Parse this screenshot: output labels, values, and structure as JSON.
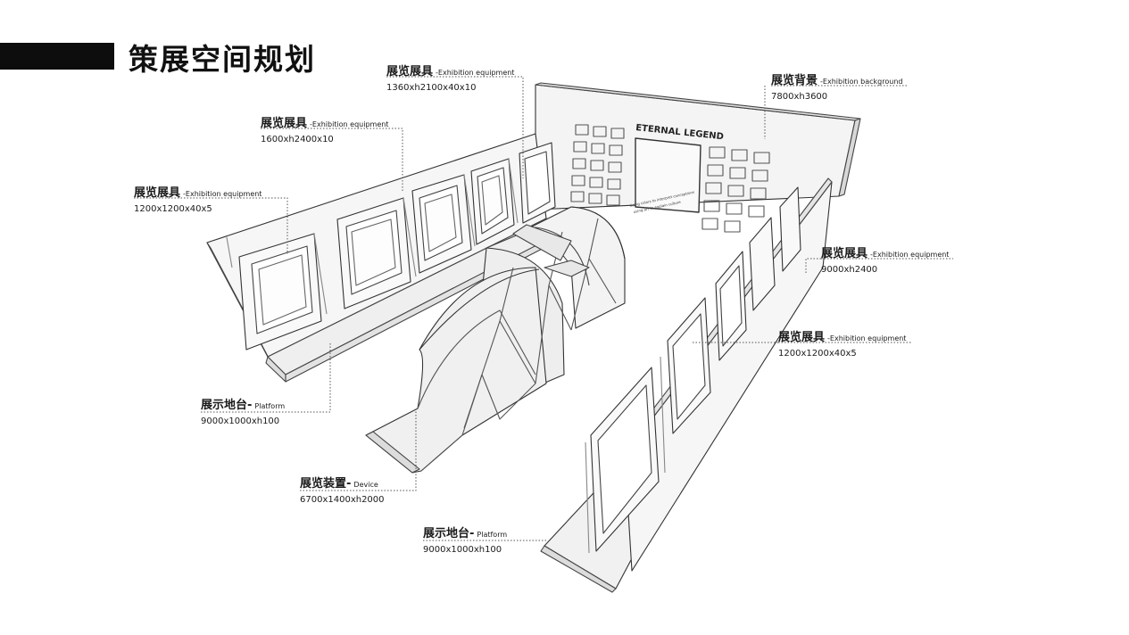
{
  "page": {
    "title": "策展空间规划"
  },
  "sign": {
    "headline": "ETERNAL LEGEND",
    "caption_line1": "Using colors to interpret conceptions",
    "caption_line2": "using art to explain culture"
  },
  "labels": [
    {
      "id": "equip-top",
      "cn": "展览展具",
      "en": "-Exhibition equipment",
      "dim": "1360xh2100x40x10"
    },
    {
      "id": "background",
      "cn": "展览背景",
      "en": "-Exhibition background",
      "dim": "7800xh3600"
    },
    {
      "id": "equip-1600",
      "cn": "展览展具",
      "en": "-Exhibition equipment",
      "dim": "1600xh2400x10"
    },
    {
      "id": "equip-left",
      "cn": "展览展具",
      "en": "-Exhibition equipment",
      "dim": "1200x1200x40x5"
    },
    {
      "id": "equip-9000",
      "cn": "展览展具",
      "en": "-Exhibition equipment",
      "dim": "9000xh2400"
    },
    {
      "id": "equip-right",
      "cn": "展览展具",
      "en": "-Exhibition equipment",
      "dim": "1200x1200x40x5"
    },
    {
      "id": "platform-left",
      "cn": "展示地台-",
      "en": "Platform",
      "dim": "9000x1000xh100"
    },
    {
      "id": "device",
      "cn": "展览装置-",
      "en": "Device",
      "dim": "6700x1400xh2000"
    },
    {
      "id": "platform-right",
      "cn": "展示地台-",
      "en": "Platform",
      "dim": "9000x1000xh100"
    }
  ]
}
